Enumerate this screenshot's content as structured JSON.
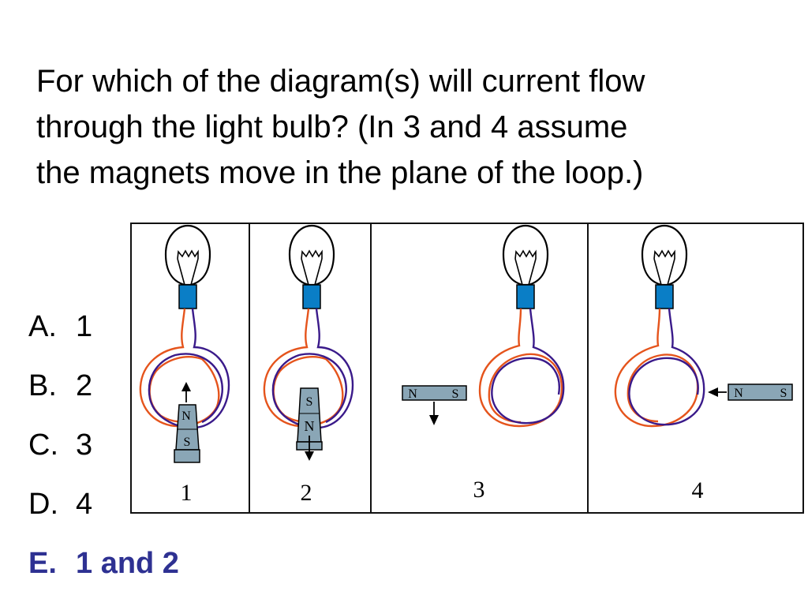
{
  "question": {
    "lines": [
      "For which of the diagram(s) will current flow",
      "through the light bulb? (In 3 and 4 assume",
      "the magnets move in the plane of the loop.)"
    ]
  },
  "answers": [
    {
      "letter": "A.",
      "text": "1"
    },
    {
      "letter": "B.",
      "text": "2"
    },
    {
      "letter": "C.",
      "text": "3"
    },
    {
      "letter": "D.",
      "text": "4"
    },
    {
      "letter": "E.",
      "text": "1 and 2",
      "highlighted": true
    }
  ],
  "panels": [
    {
      "label": "1",
      "magnet": {
        "top": "N",
        "bottom": "S",
        "motion": "up"
      }
    },
    {
      "label": "2",
      "magnet": {
        "top": "S",
        "bottom": "N",
        "motion": "down"
      }
    },
    {
      "label": "3",
      "magnet": {
        "left": "N",
        "right": "S",
        "motion": "down"
      }
    },
    {
      "label": "4",
      "magnet": {
        "left": "N",
        "right": "S",
        "motion": "left"
      }
    }
  ],
  "colors": {
    "highlight_answer": "#2e3192",
    "bulb_base": "#0a7ec6",
    "wire_orange": "#e5541c",
    "wire_purple": "#3a1a8a",
    "magnet_fill": "#8aa6b6"
  }
}
